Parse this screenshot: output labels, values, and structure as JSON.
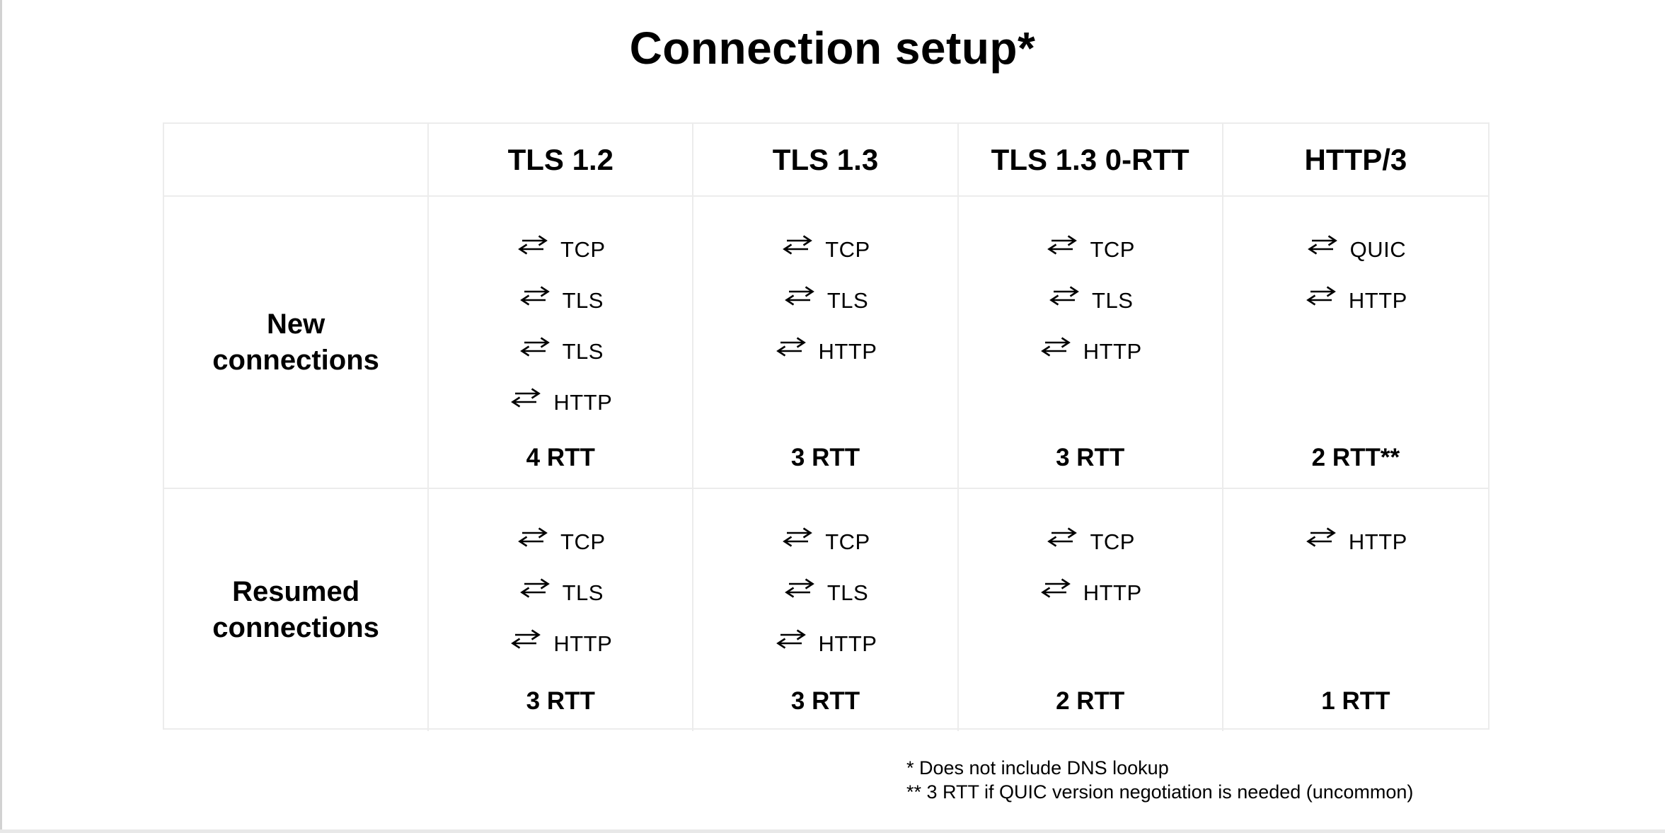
{
  "title": "Connection setup*",
  "table": {
    "corner": "",
    "column_headers": [
      "TLS 1.2",
      "TLS 1.3",
      "TLS 1.3 0-RTT",
      "HTTP/3"
    ],
    "rows": [
      {
        "header": "New\nconnections",
        "cells": [
          {
            "steps": [
              "TCP",
              "TLS",
              "TLS",
              "HTTP"
            ],
            "rtt": "4 RTT"
          },
          {
            "steps": [
              "TCP",
              "TLS",
              "HTTP"
            ],
            "rtt": "3 RTT"
          },
          {
            "steps": [
              "TCP",
              "TLS",
              "HTTP"
            ],
            "rtt": "3 RTT"
          },
          {
            "steps": [
              "QUIC",
              "HTTP"
            ],
            "rtt": "2 RTT**"
          }
        ]
      },
      {
        "header": "Resumed\nconnections",
        "cells": [
          {
            "steps": [
              "TCP",
              "TLS",
              "HTTP"
            ],
            "rtt": "3 RTT"
          },
          {
            "steps": [
              "TCP",
              "TLS",
              "HTTP"
            ],
            "rtt": "3 RTT"
          },
          {
            "steps": [
              "TCP",
              "HTTP"
            ],
            "rtt": "2 RTT"
          },
          {
            "steps": [
              "HTTP"
            ],
            "rtt": "1 RTT"
          }
        ]
      }
    ]
  },
  "footnotes": [
    "* Does not include DNS lookup",
    "** 3 RTT if QUIC version negotiation is needed (uncommon)"
  ],
  "icons": {
    "step_icon": "round-trip-arrows-icon"
  },
  "colors": {
    "background": "#ffffff",
    "text": "#000000",
    "table_border": "#ececec",
    "left_edge": "#d2d2d2",
    "bottom_edge": "#e8e8e8"
  }
}
